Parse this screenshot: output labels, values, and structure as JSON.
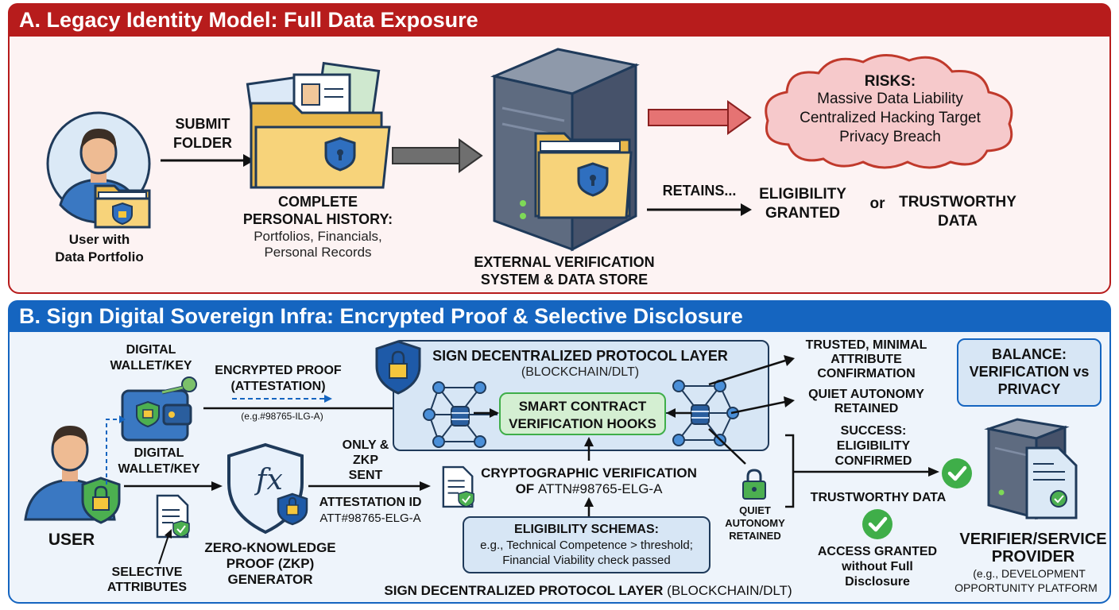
{
  "section_a": {
    "title": "A. Legacy Identity Model: Full Data Exposure",
    "user_label_1": "User with",
    "user_label_2": "Data Portfolio",
    "submit_1": "SUBMIT",
    "submit_2": "FOLDER",
    "history_title_1": "COMPLETE",
    "history_title_2": "PERSONAL HISTORY:",
    "history_items_1": "Portfolios, Financials,",
    "history_items_2": "Personal Records",
    "server_label_1": "EXTERNAL VERIFICATION",
    "server_label_2": "SYSTEM & DATA STORE",
    "risks_title": "RISKS:",
    "risk_1": "Massive Data Liability",
    "risk_2": "Centralized Hacking Target",
    "risk_3": "Privacy Breach",
    "retains": "RETAINS...",
    "eligibility_1": "ELIGIBILITY",
    "eligibility_2": "GRANTED",
    "or": "or",
    "trustworthy_1": "TRUSTWORTHY",
    "trustworthy_2": "DATA"
  },
  "section_b": {
    "title": "B. Sign Digital Sovereign Infra: Encrypted Proof & Selective Disclosure",
    "wallet_top_1": "DIGITAL",
    "wallet_top_2": "WALLET/KEY",
    "wallet_bottom_1": "DIGITAL",
    "wallet_bottom_2": "WALLET/KEY",
    "user": "USER",
    "encrypted_1": "ENCRYPTED PROOF",
    "encrypted_2": "(ATTESTATION)",
    "encrypted_eg": "(e.g.#98765-ILG-A)",
    "protocol_title": "SIGN DECENTRALIZED PROTOCOL LAYER",
    "protocol_sub": "(BLOCKCHAIN/DLT)",
    "smart_1": "SMART CONTRACT",
    "smart_2": "VERIFICATION HOOKS",
    "trusted_1": "TRUSTED, MINIMAL",
    "trusted_2": "ATTRIBUTE",
    "trusted_3": "CONFIRMATION",
    "quiet_right_1": "QUIET AUTONOMY",
    "quiet_right_2": "RETAINED",
    "balance_1": "BALANCE:",
    "balance_2": "VERIFICATION vs",
    "balance_3": "PRIVACY",
    "only_1": "ONLY &",
    "only_2": "ZKP",
    "only_3": "SENT",
    "attestation_id": "ATTESTATION ID",
    "attestation_val": "ATT#98765-ELG-A",
    "zkp_1": "ZERO-KNOWLEDGE",
    "zkp_2": "PROOF (ZKP)",
    "zkp_3": "GENERATOR",
    "zkp_symbol": "fx",
    "selective_1": "SELECTIVE",
    "selective_2": "ATTRIBUTES",
    "crypto_1": "CRYPTOGRAPHIC VERIFICATION",
    "crypto_2a": "OF",
    "crypto_2b": "ATTN#98765-ELG-A",
    "schema_title": "ELIGIBILITY SCHEMAS:",
    "schema_1": "e.g., Technical Competence > threshold;",
    "schema_2": "Financial Viability check passed",
    "quiet_mid_1": "QUIET",
    "quiet_mid_2": "AUTONOMY",
    "quiet_mid_3": "RETAINED",
    "success_1": "SUCCESS:",
    "success_2": "ELIGIBILITY",
    "success_3": "CONFIRMED",
    "trustworthy": "TRUSTWORTHY DATA",
    "access_1": "ACCESS GRANTED",
    "access_2": "without Full",
    "access_3": "Disclosure",
    "verifier_1": "VERIFIER/SERVICE",
    "verifier_2": "PROVIDER",
    "verifier_eg_1": "(e.g., DEVELOPMENT",
    "verifier_eg_2": "OPPORTUNITY PLATFORM",
    "footer_bold": "SIGN DECENTRALIZED PROTOCOL LAYER",
    "footer_rest": " (BLOCKCHAIN/DLT)"
  },
  "colors": {
    "red_banner": "#b71c1c",
    "red_panel_bg": "#fdf3f3",
    "blue_banner": "#1565c0",
    "blue_panel_bg": "#eef4fb",
    "green_check": "#3fae49",
    "cloud": "#f6c9cb"
  },
  "icons": [
    "user-icon",
    "folder-icon",
    "shield-lock-icon",
    "server-icon",
    "cloud-icon",
    "wallet-icon",
    "key-icon",
    "document-check-icon",
    "network-node-icon",
    "database-icon",
    "padlock-icon",
    "check-circle-icon"
  ]
}
